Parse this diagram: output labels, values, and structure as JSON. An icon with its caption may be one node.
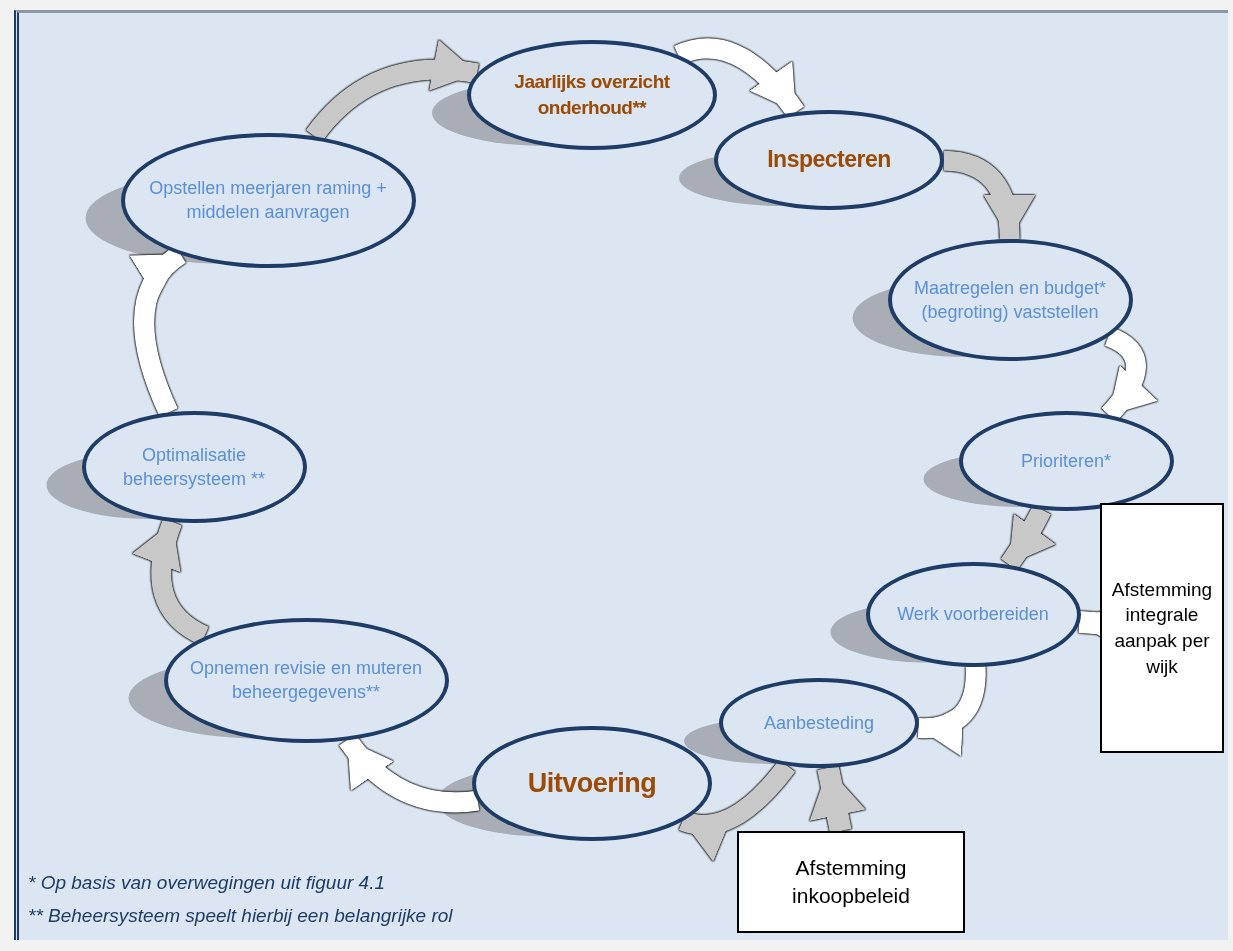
{
  "diagram": {
    "nodes": [
      {
        "text": [
          "Jaarlijks overzicht onderhoud**"
        ]
      },
      {
        "text": [
          "Inspecteren"
        ]
      },
      {
        "text": [
          "Maatregelen en budget* (begroting) vaststellen"
        ]
      },
      {
        "text": [
          "Prioriteren*"
        ]
      },
      {
        "text": [
          "Werk voorbereiden"
        ]
      },
      {
        "text": [
          "Aanbesteding"
        ]
      },
      {
        "text": [
          "Uitvoering"
        ]
      },
      {
        "text": [
          "Opnemen revisie en muteren beheergegevens**"
        ]
      },
      {
        "text": [
          "Optimalisatie beheersysteem **"
        ]
      },
      {
        "text": [
          "Opstellen meerjaren raming + middelen aanvragen"
        ]
      },
      {
        "text": [
          "Afstemming integrale aanpak per wijk"
        ]
      },
      {
        "text": [
          "Afstemming inkoopbeleid"
        ]
      }
    ],
    "edges": [
      {
        "from": 0,
        "to": 1,
        "arrow": "to"
      },
      {
        "from": 1,
        "to": 2,
        "arrow": "to"
      },
      {
        "from": 2,
        "to": 3,
        "arrow": "to"
      },
      {
        "from": 3,
        "to": 4,
        "arrow": "to"
      },
      {
        "from": 4,
        "to": 5,
        "arrow": "to"
      },
      {
        "from": 5,
        "to": 6,
        "arrow": "to"
      },
      {
        "from": 6,
        "to": 7,
        "arrow": "to"
      },
      {
        "from": 7,
        "to": 8,
        "arrow": "to"
      },
      {
        "from": 8,
        "to": 9,
        "arrow": "to"
      },
      {
        "from": 9,
        "to": 0,
        "arrow": "to"
      },
      {
        "from": 10,
        "to": 4,
        "arrow": "to"
      },
      {
        "from": 11,
        "to": 5,
        "arrow": "to"
      }
    ],
    "labels": [
      "* Op basis van overwegingen uit figuur 4.1",
      "** Beheersysteem speelt hierbij een belangrijke rol"
    ]
  }
}
